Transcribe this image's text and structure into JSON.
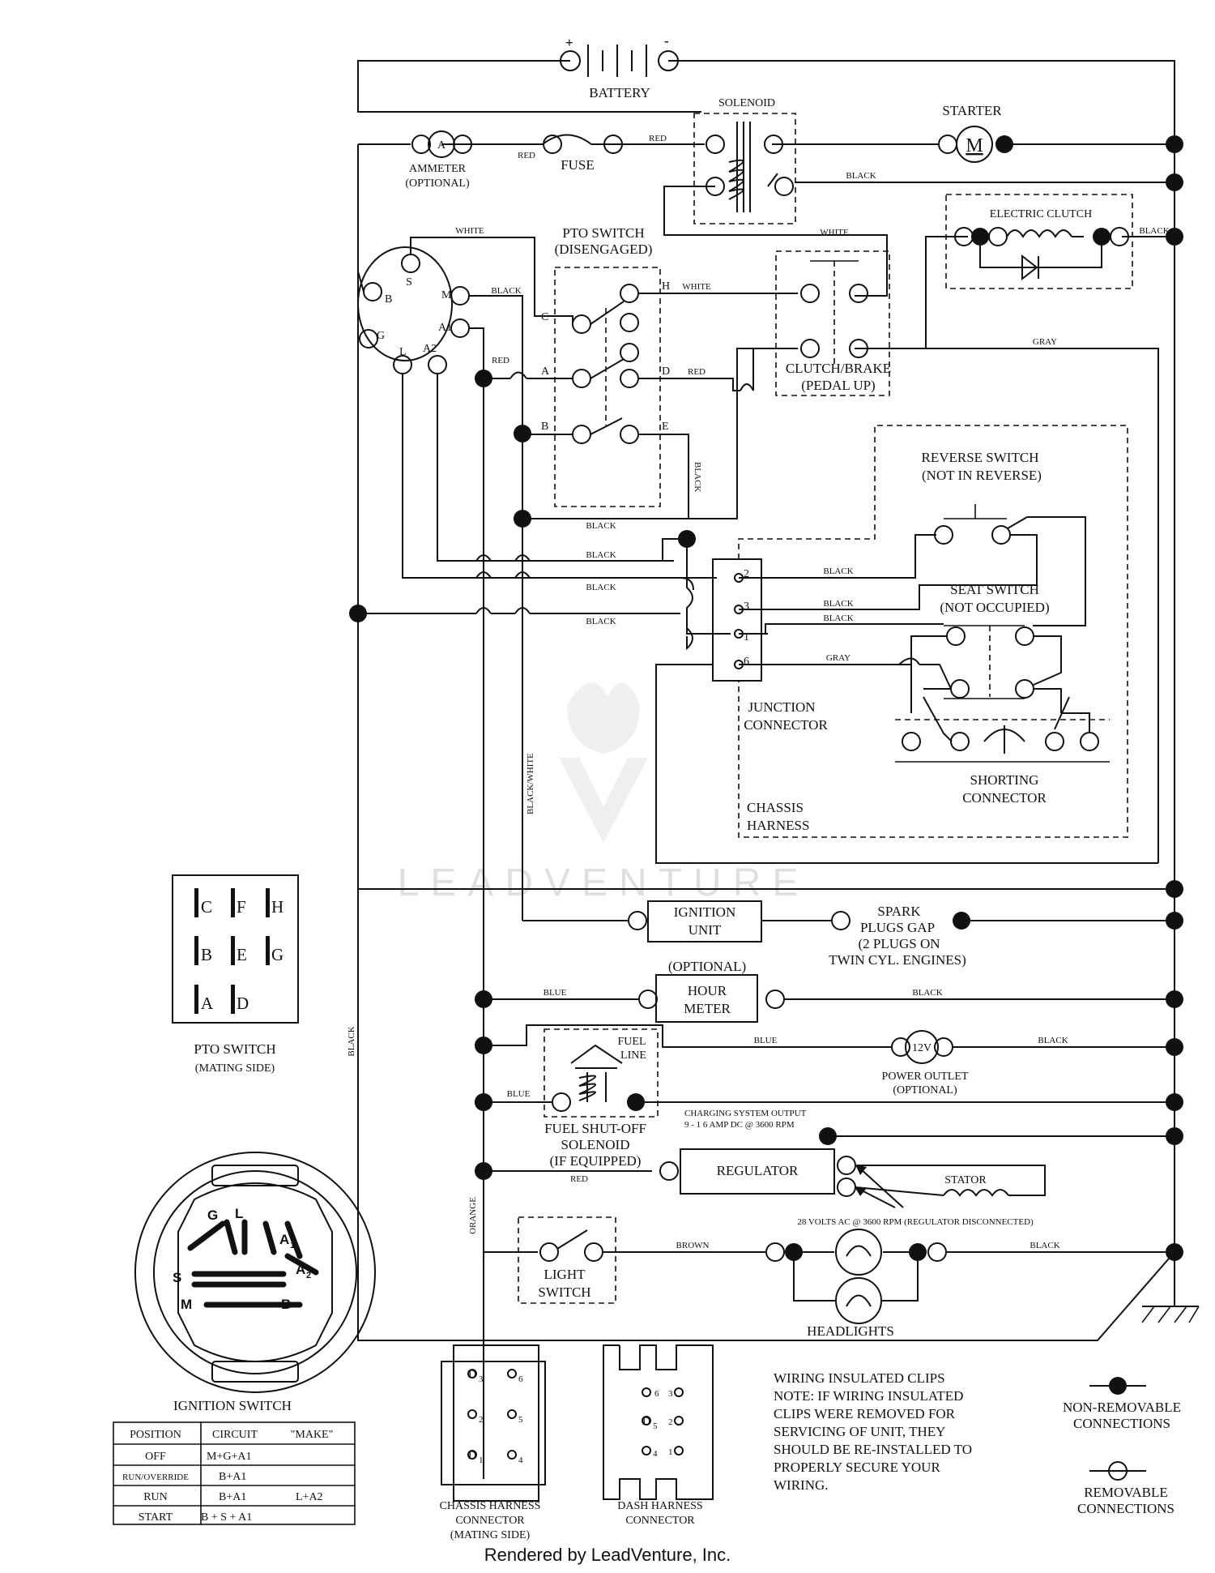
{
  "labels": {
    "battery": "BATTERY",
    "plus": "+",
    "minus": "-",
    "solenoid": "SOLENOID",
    "starter": "STARTER",
    "motor_letter": "M",
    "ammeter_a": "A",
    "ammeter": "AMMETER",
    "ammeter_optional": "(OPTIONAL)",
    "fuse": "FUSE",
    "electric_clutch": "ELECTRIC CLUTCH",
    "pto_switch_line1": "PTO SWITCH",
    "pto_switch_line2": "(DISENGAGED)",
    "clutch_brake_line1": "CLUTCH/BRAKE",
    "clutch_brake_line2": "(PEDAL UP)",
    "reverse_switch_line1": "REVERSE SWITCH",
    "reverse_switch_line2": "(NOT IN REVERSE)",
    "seat_switch_line1": "SEAT SWITCH",
    "seat_switch_line2": "(NOT OCCUPIED)",
    "junction_line1": "JUNCTION",
    "junction_line2": "CONNECTOR",
    "shorting_line1": "SHORTING",
    "shorting_line2": "CONNECTOR",
    "chassis_line1": "CHASSIS",
    "chassis_line2": "HARNESS",
    "ignition_unit_line1": "IGNITION",
    "ignition_unit_line2": "UNIT",
    "spark_line1": "SPARK",
    "spark_line2": "PLUGS GAP",
    "spark_line3": "(2 PLUGS ON",
    "spark_line4": "TWIN CYL. ENGINES)",
    "hour_optional": "(OPTIONAL)",
    "hour_line1": "HOUR",
    "hour_line2": "METER",
    "fuel_line1": "FUEL",
    "fuel_line2": "LINE",
    "power_outlet_volts": "12V",
    "power_outlet_line1": "POWER OUTLET",
    "power_outlet_line2": "(OPTIONAL)",
    "fuel_solenoid_line1": "FUEL SHUT-OFF",
    "fuel_solenoid_line2": "SOLENOID",
    "fuel_solenoid_line3": "(IF EQUIPPED)",
    "charging_line1": "CHARGING SYSTEM OUTPUT",
    "charging_line2": "9 - 1 6 AMP DC @ 3600 RPM",
    "regulator": "REGULATOR",
    "stator": "STATOR",
    "volts_ac": "28 VOLTS AC @ 3600 RPM (REGULATOR DISCONNECTED)",
    "light_line1": "LIGHT",
    "light_line2": "SWITCH",
    "headlights": "HEADLIGHTS",
    "pto_mating_line1": "PTO SWITCH",
    "pto_mating_line2": "(MATING SIDE)",
    "ignition_switch": "IGNITION SWITCH",
    "chassis_conn_line1": "CHASSIS HARNESS",
    "chassis_conn_line2": "CONNECTOR",
    "chassis_conn_line3": "(MATING SIDE)",
    "dash_conn_line1": "DASH HARNESS",
    "dash_conn_line2": "CONNECTOR",
    "note_line1": "WIRING INSULATED CLIPS",
    "note_line2": "NOTE:  IF WIRING INSULATED",
    "note_line3": "CLIPS WERE REMOVED FOR",
    "note_line4": "SERVICING OF UNIT, THEY",
    "note_line5": "SHOULD BE RE-INSTALLED TO",
    "note_line6": "PROPERLY SECURE YOUR",
    "note_line7": "WIRING.",
    "non_removable_line1": "NON-REMOVABLE",
    "non_removable_line2": "CONNECTIONS",
    "removable_line1": "REMOVABLE",
    "removable_line2": "CONNECTIONS",
    "watermark": "LEADVENTURE"
  },
  "wire_colors": {
    "red": "RED",
    "black": "BLACK",
    "white": "WHITE",
    "gray": "GRAY",
    "black_white": "BLACK/WHITE",
    "blue": "BLUE",
    "orange": "ORANGE",
    "brown": "BROWN"
  },
  "terminals": {
    "ign_b": "B",
    "ign_s": "S",
    "ign_m": "M",
    "ign_a1": "A1",
    "ign_g": "G",
    "ign_l": "L",
    "ign_a2": "A2",
    "pto_c": "C",
    "pto_a": "A",
    "pto_b": "B",
    "pto_h": "H",
    "pto_d": "D",
    "pto_e": "E",
    "jc_2": "2",
    "jc_3": "3",
    "jc_1": "1",
    "jc_6": "6"
  },
  "pto_mating_grid": [
    "C",
    "F",
    "H",
    "B",
    "E",
    "G",
    "A",
    "D"
  ],
  "ignition_face_letters": {
    "g": "G",
    "l": "L",
    "a1": "A",
    "a1_sub": "1",
    "s": "S",
    "a2": "A",
    "a2_sub": "2",
    "m": "M",
    "b": "B"
  },
  "ignition_table": {
    "headers": [
      "POSITION",
      "CIRCUIT",
      "\"MAKE\""
    ],
    "rows": [
      {
        "position": "OFF",
        "circuit": "M+G+A1",
        "extra": ""
      },
      {
        "position": "RUN/OVERRIDE",
        "circuit": "B+A1",
        "extra": ""
      },
      {
        "position": "RUN",
        "circuit": "B+A1",
        "extra": "L+A2"
      },
      {
        "position": "START",
        "circuit": "B + S + A1",
        "extra": ""
      }
    ]
  },
  "chassis_connector_pins": {
    "d3": "D",
    "d3_sub": "3",
    "p6": "6",
    "p2": "2",
    "p5": "5",
    "d1": "D",
    "d1_sub": "1",
    "p4": "4"
  },
  "dash_connector_pins": {
    "p6": "6",
    "p3": "3",
    "d5": "D",
    "d5_sub": "5",
    "p2": "2",
    "p4": "4",
    "p1": "1"
  },
  "footer": "Rendered by LeadVenture, Inc."
}
